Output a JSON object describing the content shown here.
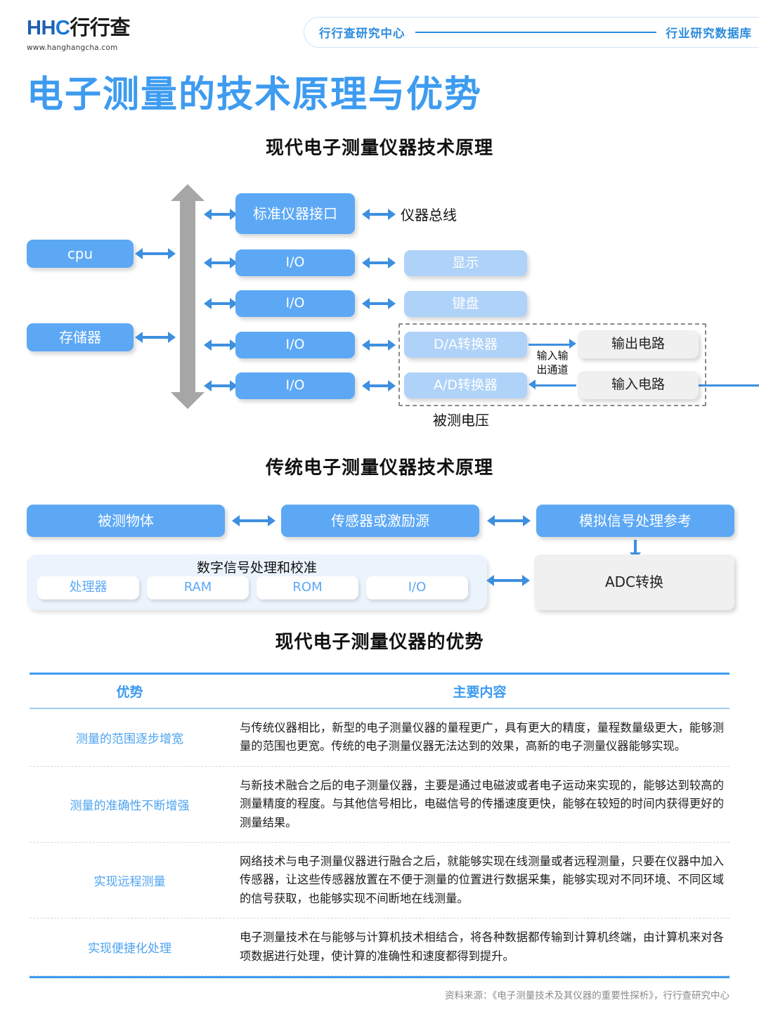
{
  "header": {
    "logo_hh": "HH",
    "logo_c": "C",
    "logo_cn": "行行查",
    "logo_url": "www.hanghangcha.com",
    "pill_left": "行行查研究中心",
    "pill_right": "行业研究数据库"
  },
  "main_title": "电子测量的技术原理与优势",
  "sections": {
    "sec1": "现代电子测量仪器技术原理",
    "sec2": "传统电子测量仪器技术原理",
    "sec3": "现代电子测量仪器的优势"
  },
  "diagram1": {
    "cpu": "cpu",
    "memory": "存储器",
    "std_iface": "标准仪器接口",
    "io1": "I/O",
    "io2": "I/O",
    "io3": "I/O",
    "io4": "I/O",
    "bus_label": "仪器总线",
    "display": "显示",
    "keyboard": "键盘",
    "da": "D/A转换器",
    "ad": "A/D转换器",
    "out_circuit": "输出电路",
    "in_circuit": "输入电路",
    "channel_label_1": "输入输",
    "channel_label_2": "出通道",
    "measured_voltage": "被测电压"
  },
  "diagram2": {
    "object": "被测物体",
    "sensor": "传感器或激励源",
    "analog": "模拟信号处理参考",
    "panel_title": "数字信号处理和校准",
    "chips": [
      "处理器",
      "RAM",
      "ROM",
      "I/O"
    ],
    "adc": "ADC转换"
  },
  "table": {
    "headers": [
      "优势",
      "主要内容"
    ],
    "rows": [
      {
        "advantage": "测量的范围逐步增宽",
        "content": "与传统仪器相比，新型的电子测量仪器的量程更广，具有更大的精度，量程数量级更大，能够测量的范围也更宽。传统的电子测量仪器无法达到的效果，高新的电子测量仪器能够实现。"
      },
      {
        "advantage": "测量的准确性不断增强",
        "content": "与新技术融合之后的电子测量仪器，主要是通过电磁波或者电子运动来实现的，能够达到较高的测量精度的程度。与其他信号相比，电磁信号的传播速度更快，能够在较短的时间内获得更好的测量结果。"
      },
      {
        "advantage": "实现远程测量",
        "content": "网络技术与电子测量仪器进行融合之后，就能够实现在线测量或者远程测量，只要在仪器中加入传感器，让这些传感器放置在不便于测量的位置进行数据采集，能够实现对不同环境、不同区域的信号获取，也能够实现不间断地在线测量。"
      },
      {
        "advantage": "实现便捷化处理",
        "content": "电子测量技术在与能够与计算机技术相结合，将各种数据都传输到计算机终端，由计算机来对各项数据进行处理，使计算的准确性和速度都得到提升。"
      }
    ]
  },
  "source": "资料来源：《电子测量技术及其仪器的重要性探析》，行行查研究中心",
  "colors": {
    "brand_blue": "#3d9bf0",
    "box_blue": "#5CA8F5",
    "box_light_blue": "#AFD2F8",
    "box_gray": "#F0F0F0",
    "arrow_blue": "#3d8fe0",
    "bus_gray": "#A6A6A6"
  }
}
